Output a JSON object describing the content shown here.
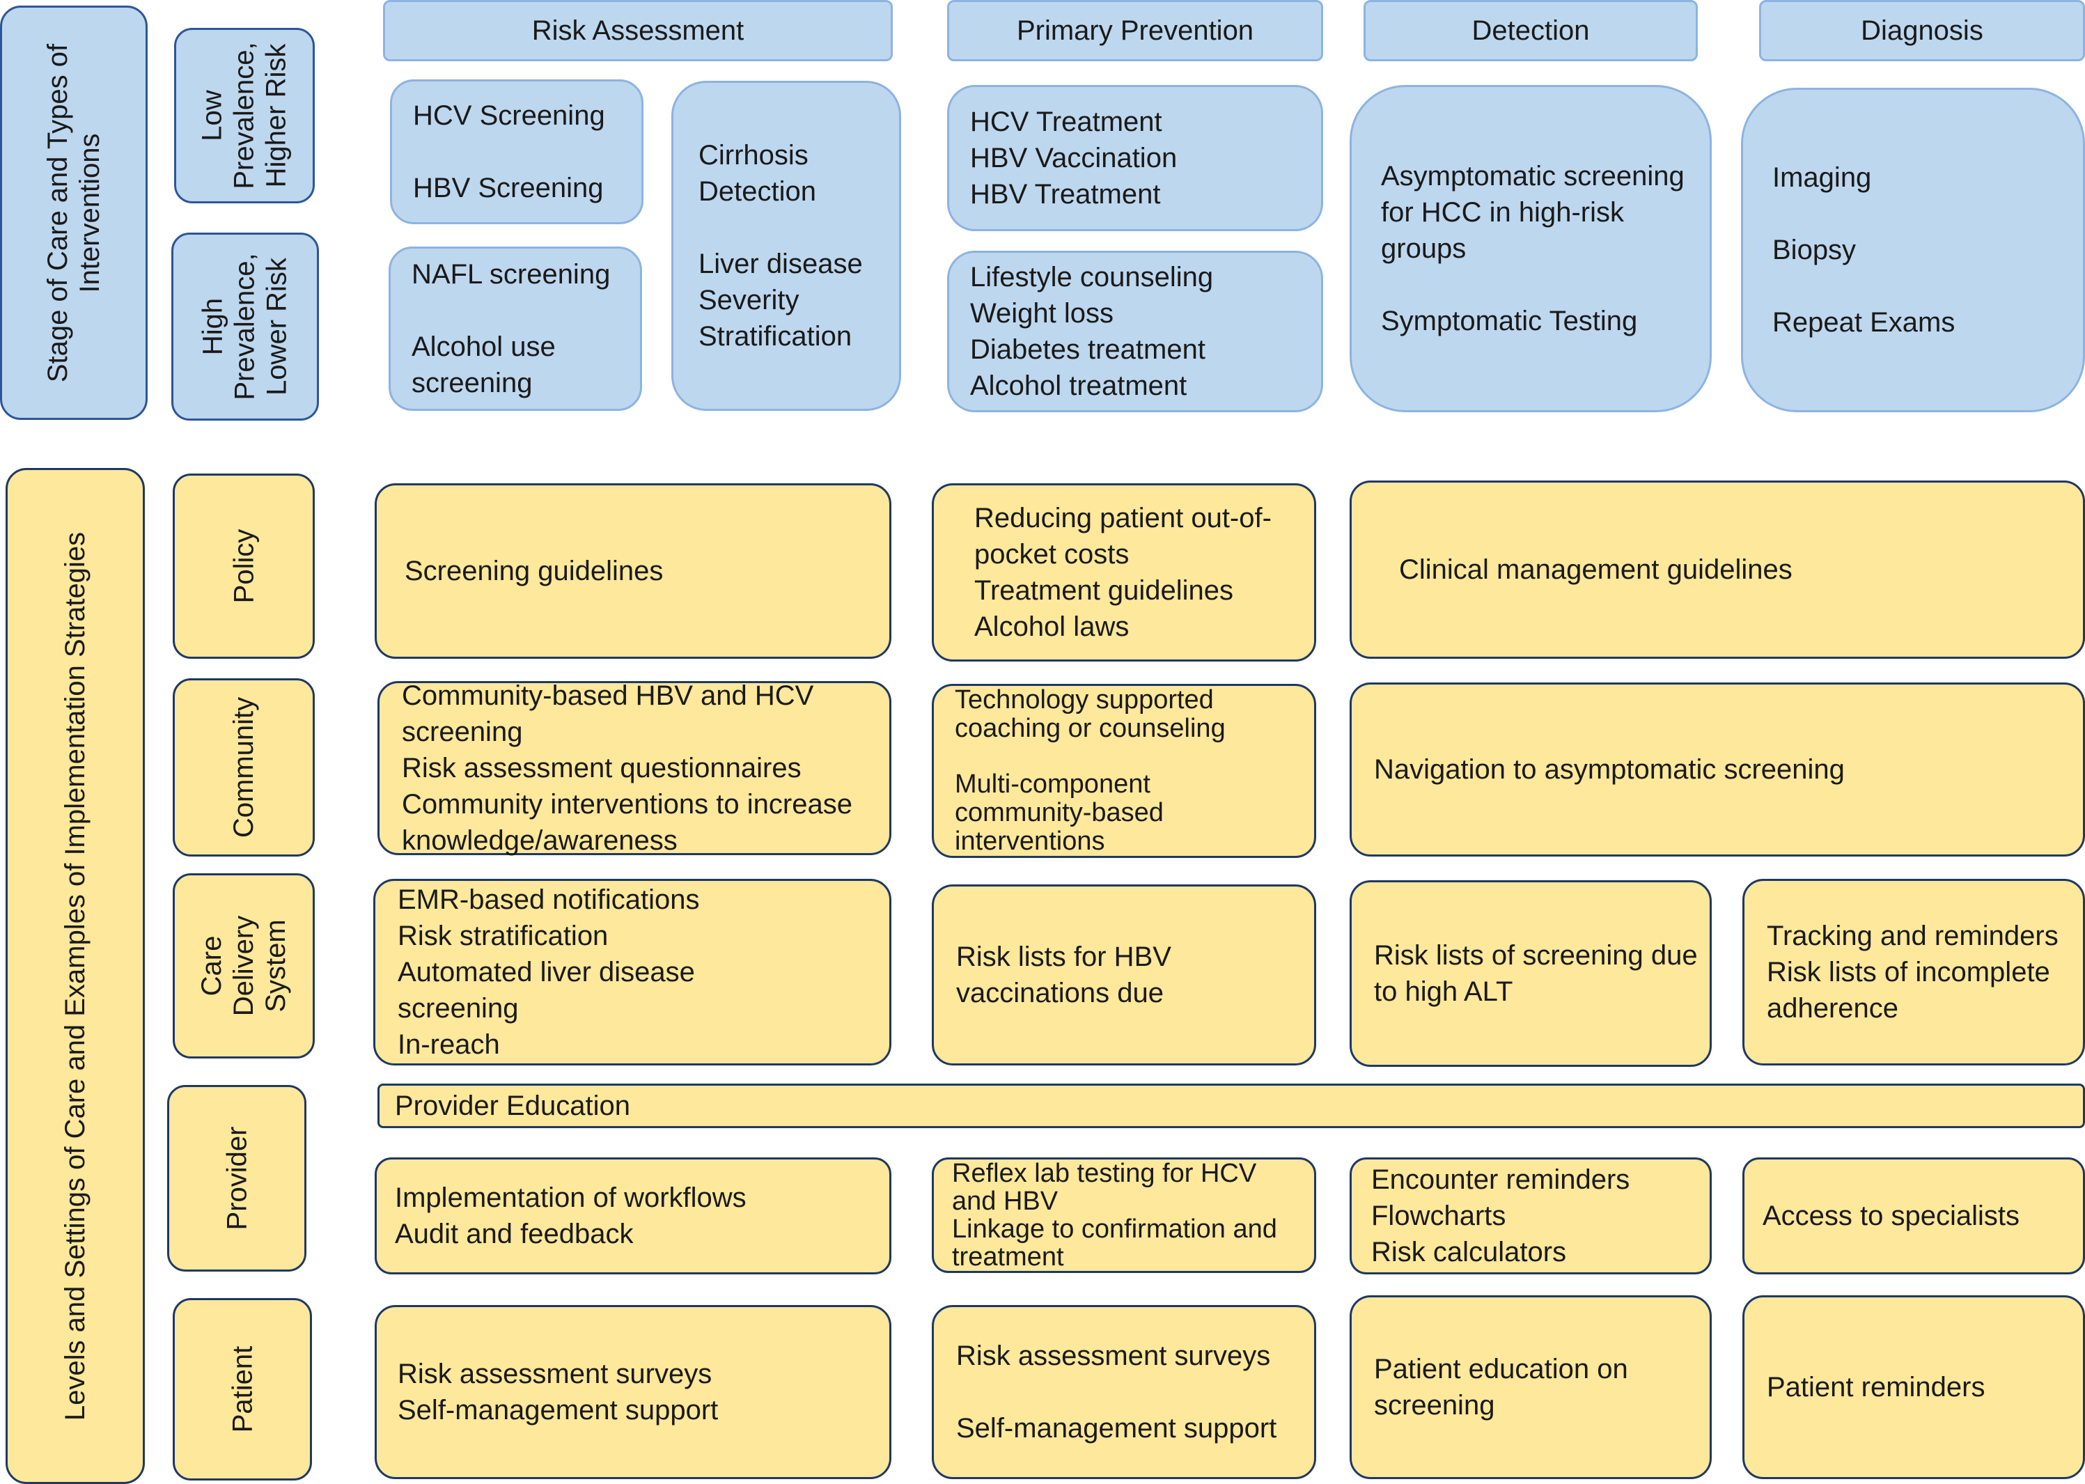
{
  "side_labels": {
    "top": [
      "Stage of Care and Types of",
      "Interventions"
    ],
    "bottom": "Levels and Settings of Care and Examples of Implementation Strategies"
  },
  "stages": {
    "risk_assessment": "Risk Assessment",
    "primary_prevention": "Primary Prevention",
    "detection": "Detection",
    "diagnosis": "Diagnosis"
  },
  "populations": {
    "low": [
      "Low",
      "Prevalence,",
      "Higher Risk"
    ],
    "high": [
      "High",
      "Prevalence,",
      "Lower Risk"
    ]
  },
  "interventions": {
    "hcv_hbv_screening": [
      "HCV Screening",
      "",
      "HBV Screening"
    ],
    "nafl_alcohol_screening": [
      "NAFL screening",
      "",
      "Alcohol use",
      "screening"
    ],
    "cirrhosis_severity": [
      "Cirrhosis",
      "Detection",
      "",
      "Liver disease",
      "Severity",
      "Stratification"
    ],
    "hcv_hbv_treatment": [
      "HCV Treatment",
      "HBV Vaccination",
      "HBV Treatment"
    ],
    "lifestyle": [
      "Lifestyle counseling",
      "Weight loss",
      "Diabetes treatment",
      "Alcohol treatment"
    ],
    "detection": [
      "Asymptomatic screening",
      "for HCC in high-risk",
      "groups",
      "",
      "Symptomatic Testing"
    ],
    "diagnosis": [
      "Imaging",
      "",
      "Biopsy",
      "",
      "Repeat Exams"
    ]
  },
  "levels": {
    "policy": "Policy",
    "community": "Community",
    "care_delivery": [
      "Care",
      "Delivery",
      "System"
    ],
    "provider": "Provider",
    "patient": "Patient"
  },
  "strategies": {
    "policy_ra": [
      "Screening guidelines"
    ],
    "policy_pp": [
      "Reducing patient out-of-",
      "pocket costs",
      "Treatment guidelines",
      "Alcohol laws"
    ],
    "policy_dd": [
      "Clinical management guidelines"
    ],
    "community_ra": [
      "Community-based HBV and HCV",
      "screening",
      "Risk assessment questionnaires",
      "Community interventions to increase",
      "knowledge/awareness"
    ],
    "community_pp": [
      "Technology supported",
      "coaching or counseling",
      "",
      "Multi-component",
      "community-based",
      "interventions"
    ],
    "community_dd": [
      "Navigation to asymptomatic screening"
    ],
    "care_ra": [
      "EMR-based notifications",
      "Risk stratification",
      "Automated liver disease",
      "screening",
      "In-reach"
    ],
    "care_pp": [
      "Risk lists for HBV",
      "vaccinations due"
    ],
    "care_det": [
      "Risk lists of screening due",
      "to high ALT"
    ],
    "care_dx": [
      "Tracking and reminders",
      "Risk lists of  incomplete",
      "adherence"
    ],
    "provider_all": "Provider Education",
    "provider_ra": [
      "Implementation of workflows",
      "Audit and feedback"
    ],
    "provider_pp": [
      "Reflex lab testing for HCV",
      "and HBV",
      "Linkage to confirmation and",
      "treatment"
    ],
    "provider_det": [
      "Encounter reminders",
      "Flowcharts",
      "Risk calculators"
    ],
    "provider_dx": [
      "Access to specialists"
    ],
    "patient_ra": [
      "Risk assessment surveys",
      "Self-management support"
    ],
    "patient_pp": [
      "Risk assessment surveys",
      "",
      "Self-management support"
    ],
    "patient_det": [
      "Patient education on",
      "screening"
    ],
    "patient_dx": [
      "Patient reminders"
    ]
  },
  "colors": {
    "stage_fill": "#bdd7ee",
    "stage_border": "#8db3e2",
    "label_border": "#2f5597",
    "strategy_fill": "#fde89b",
    "strategy_border": "#1f3864"
  }
}
